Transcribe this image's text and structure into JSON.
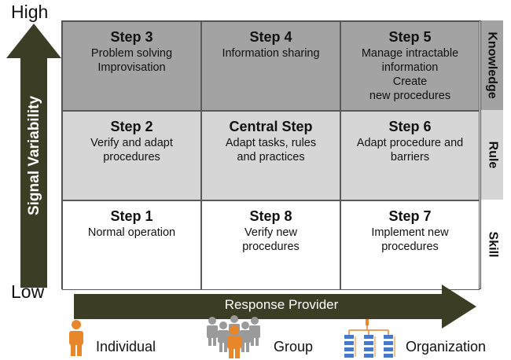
{
  "y_axis": {
    "high": "High",
    "low": "Low",
    "label": "Signal Variability"
  },
  "x_axis": {
    "label": "Response Provider"
  },
  "levels": [
    "Knowledge",
    "Rule",
    "Skill"
  ],
  "rows": [
    [
      {
        "title": "Step 3",
        "lines": [
          "Problem solving",
          "Improvisation"
        ]
      },
      {
        "title": "Step 4",
        "lines": [
          "Information sharing"
        ]
      },
      {
        "title": "Step 5",
        "lines": [
          "Manage intractable",
          "information",
          "Create",
          "new procedures"
        ]
      }
    ],
    [
      {
        "title": "Step 2",
        "lines": [
          "Verify and adapt",
          "procedures"
        ]
      },
      {
        "title": "Central Step",
        "lines": [
          "Adapt tasks, rules",
          "and practices"
        ]
      },
      {
        "title": "Step 6",
        "lines": [
          "Adapt procedure and",
          "barriers"
        ]
      }
    ],
    [
      {
        "title": "Step 1",
        "lines": [
          "Normal operation"
        ]
      },
      {
        "title": "Step 8",
        "lines": [
          "Verify new",
          "procedures"
        ]
      },
      {
        "title": "Step 7",
        "lines": [
          "Implement new",
          "procedures"
        ]
      }
    ]
  ],
  "legend": [
    {
      "label": "Individual",
      "icon": "person-icon"
    },
    {
      "label": "Group",
      "icon": "group-icon"
    },
    {
      "label": "Organization",
      "icon": "org-chart-icon"
    }
  ],
  "colors": {
    "arrow": "#3b3e24",
    "knowledge_row": "#a3a3a3",
    "rule_row": "#d6d6d6",
    "skill_row": "#ffffff",
    "person_orange": "#e8862a",
    "person_gray": "#9a9a9a"
  }
}
